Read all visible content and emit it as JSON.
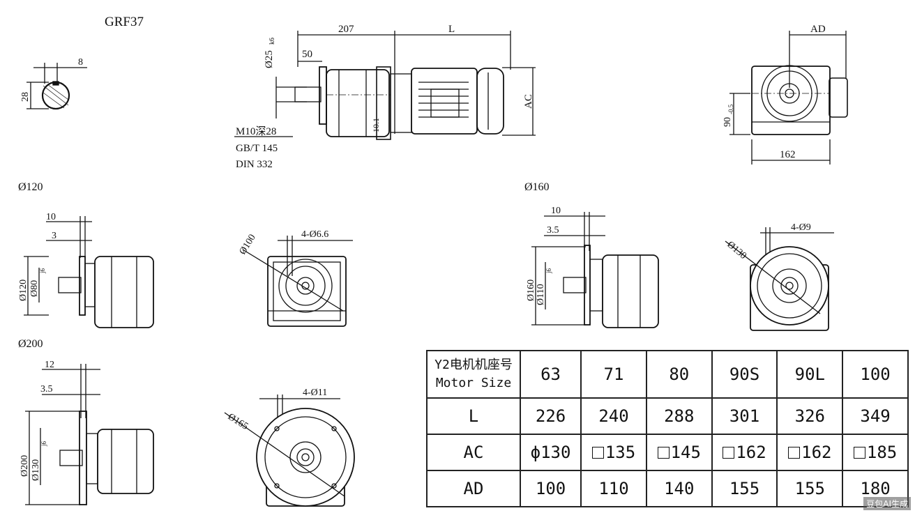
{
  "title": "GRF37",
  "key_dims": {
    "width": "8",
    "height": "28"
  },
  "side_view": {
    "shaft_dia": "Ø25",
    "shaft_tol": "k6",
    "shaft_len": "50",
    "gear_len": "207",
    "motor_len": "L",
    "ac": "AC",
    "center_offset": "10.1",
    "thread": "M10深28",
    "standard1": "GB/T 145",
    "standard2": "DIN 332"
  },
  "end_view": {
    "ad": "AD",
    "height": "90",
    "height_tol": "-0.5",
    "width": "162"
  },
  "flange120": {
    "title": "Ø120",
    "d1": "10",
    "d2": "3",
    "outer": "Ø120",
    "pilot": "Ø80",
    "pilot_tol": "j6",
    "pcd": "Ø100",
    "holes": "4-Ø6.6"
  },
  "flange160": {
    "title": "Ø160",
    "d1": "10",
    "d2": "3.5",
    "outer": "Ø160",
    "pilot": "Ø110",
    "pilot_tol": "j6",
    "pcd": "Ø130",
    "holes": "4-Ø9"
  },
  "flange200": {
    "title": "Ø200",
    "d1": "12",
    "d2": "3.5",
    "outer": "Ø200",
    "pilot": "Ø130",
    "pilot_tol": "j6",
    "pcd": "Ø165",
    "holes": "4-Ø11"
  },
  "table": {
    "header_cn": "Y2电机机座号",
    "header_en": "Motor Size",
    "sizes": [
      "63",
      "71",
      "80",
      "90S",
      "90L",
      "100"
    ],
    "rows": [
      {
        "label": "L",
        "values": [
          "226",
          "240",
          "288",
          "301",
          "326",
          "349"
        ]
      },
      {
        "label": "AC",
        "values": [
          "ϕ130",
          "135",
          "145",
          "162",
          "162",
          "185"
        ],
        "square_from": 1
      },
      {
        "label": "AD",
        "values": [
          "100",
          "110",
          "140",
          "155",
          "155",
          "180"
        ]
      }
    ]
  },
  "watermark": "豆包AI生成"
}
